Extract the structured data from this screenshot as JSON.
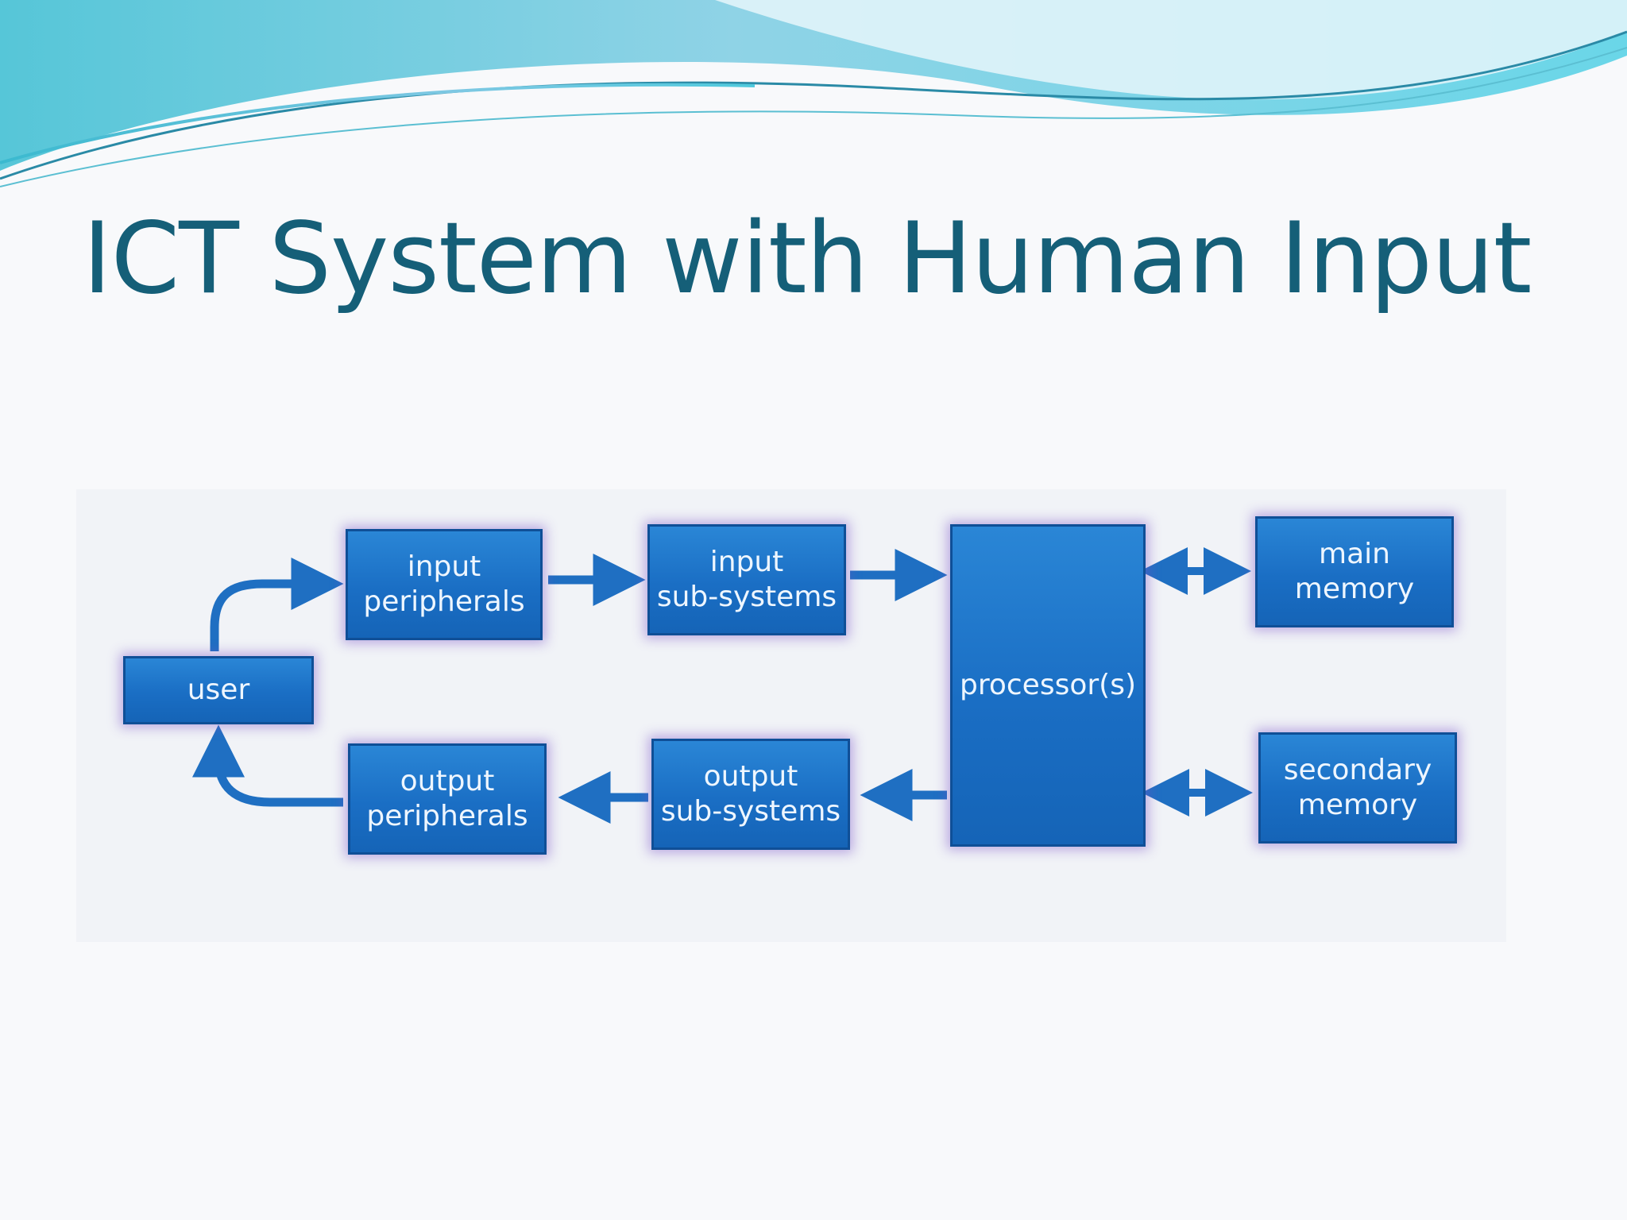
{
  "slide": {
    "title": "ICT System with Human Input"
  },
  "diagram": {
    "nodes": {
      "user": "user",
      "input_peripherals": "input\nperipherals",
      "input_subsystems": "input\nsub-systems",
      "processor": "processor(s)",
      "main_memory": "main\nmemory",
      "output_peripherals": "output\nperipherals",
      "output_subsystems": "output\nsub-systems",
      "secondary_memory": "secondary\nmemory"
    },
    "colors": {
      "box": "#1a6ec4",
      "arrow": "#1f6fc2",
      "title": "#155f78"
    }
  }
}
